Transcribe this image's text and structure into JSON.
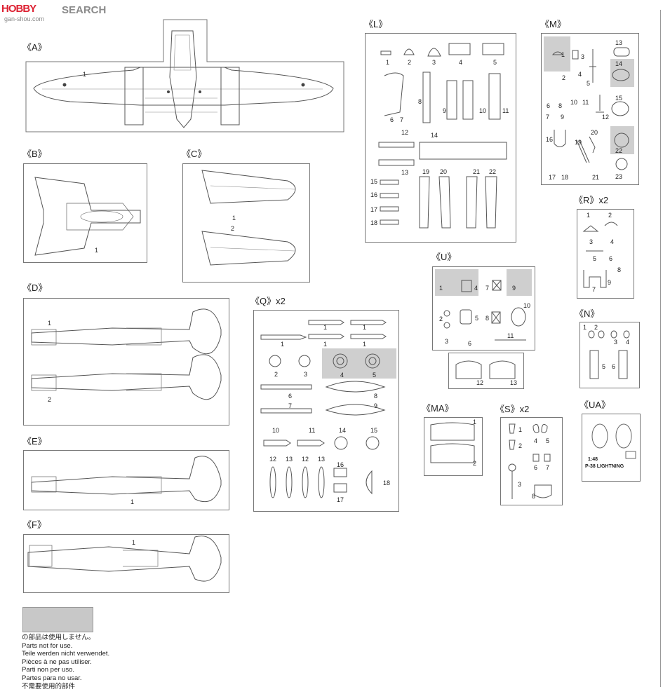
{
  "watermark": {
    "logo_a": "HOBBY",
    "logo_b": "SEARCH",
    "site": "gan-shou.com"
  },
  "sections": {
    "A": "《A》",
    "B": "《B》",
    "C": "《C》",
    "D": "《D》",
    "E": "《E》",
    "F": "《F》",
    "L": "《L》",
    "M": "《M》",
    "R": "《R》x2",
    "N": "《N》",
    "U": "《U》",
    "Q": "《Q》x2",
    "MA": "《MA》",
    "S": "《S》x2",
    "UA": "《UA》"
  },
  "parts": {
    "A": [
      "1"
    ],
    "B": [
      "1"
    ],
    "C": [
      "1",
      "2"
    ],
    "D": [
      "1",
      "2"
    ],
    "E": [
      "1"
    ],
    "F": [
      "1"
    ],
    "L": [
      "1",
      "2",
      "3",
      "4",
      "5",
      "6",
      "7",
      "8",
      "9",
      "10",
      "11",
      "12",
      "13",
      "14",
      "15",
      "16",
      "17",
      "18",
      "19",
      "20",
      "21",
      "22"
    ],
    "M": [
      "1",
      "2",
      "3",
      "4",
      "5",
      "6",
      "7",
      "8",
      "9",
      "10",
      "11",
      "12",
      "13",
      "14",
      "15",
      "16",
      "17",
      "18",
      "19",
      "20",
      "21",
      "22",
      "23"
    ],
    "R": [
      "1",
      "2",
      "3",
      "4",
      "5",
      "6",
      "7",
      "8",
      "9"
    ],
    "N": [
      "1",
      "2",
      "3",
      "4",
      "5",
      "6"
    ],
    "U": [
      "1",
      "2",
      "3",
      "4",
      "5",
      "6",
      "7",
      "8",
      "9",
      "10",
      "11",
      "12",
      "13"
    ],
    "Q": [
      "1",
      "2",
      "3",
      "4",
      "5",
      "6",
      "7",
      "8",
      "9",
      "10",
      "11",
      "12",
      "13",
      "14",
      "15",
      "16",
      "17",
      "18"
    ],
    "MA": [
      "1",
      "2"
    ],
    "S": [
      "1",
      "2",
      "3",
      "4",
      "5",
      "6",
      "7",
      "8"
    ]
  },
  "ua_label": {
    "line1": "1:48",
    "line2": "P-38 LIGHTNING"
  },
  "legend": {
    "title_ja": "の部品は使用しません。",
    "en": "Parts not for use.",
    "de": "Teile werden nicht verwendet.",
    "fr": "Pièces à ne pas utiliser.",
    "it": "Parti non per uso.",
    "es": "Partes para no usar.",
    "zh": "不需要使用的部件"
  }
}
